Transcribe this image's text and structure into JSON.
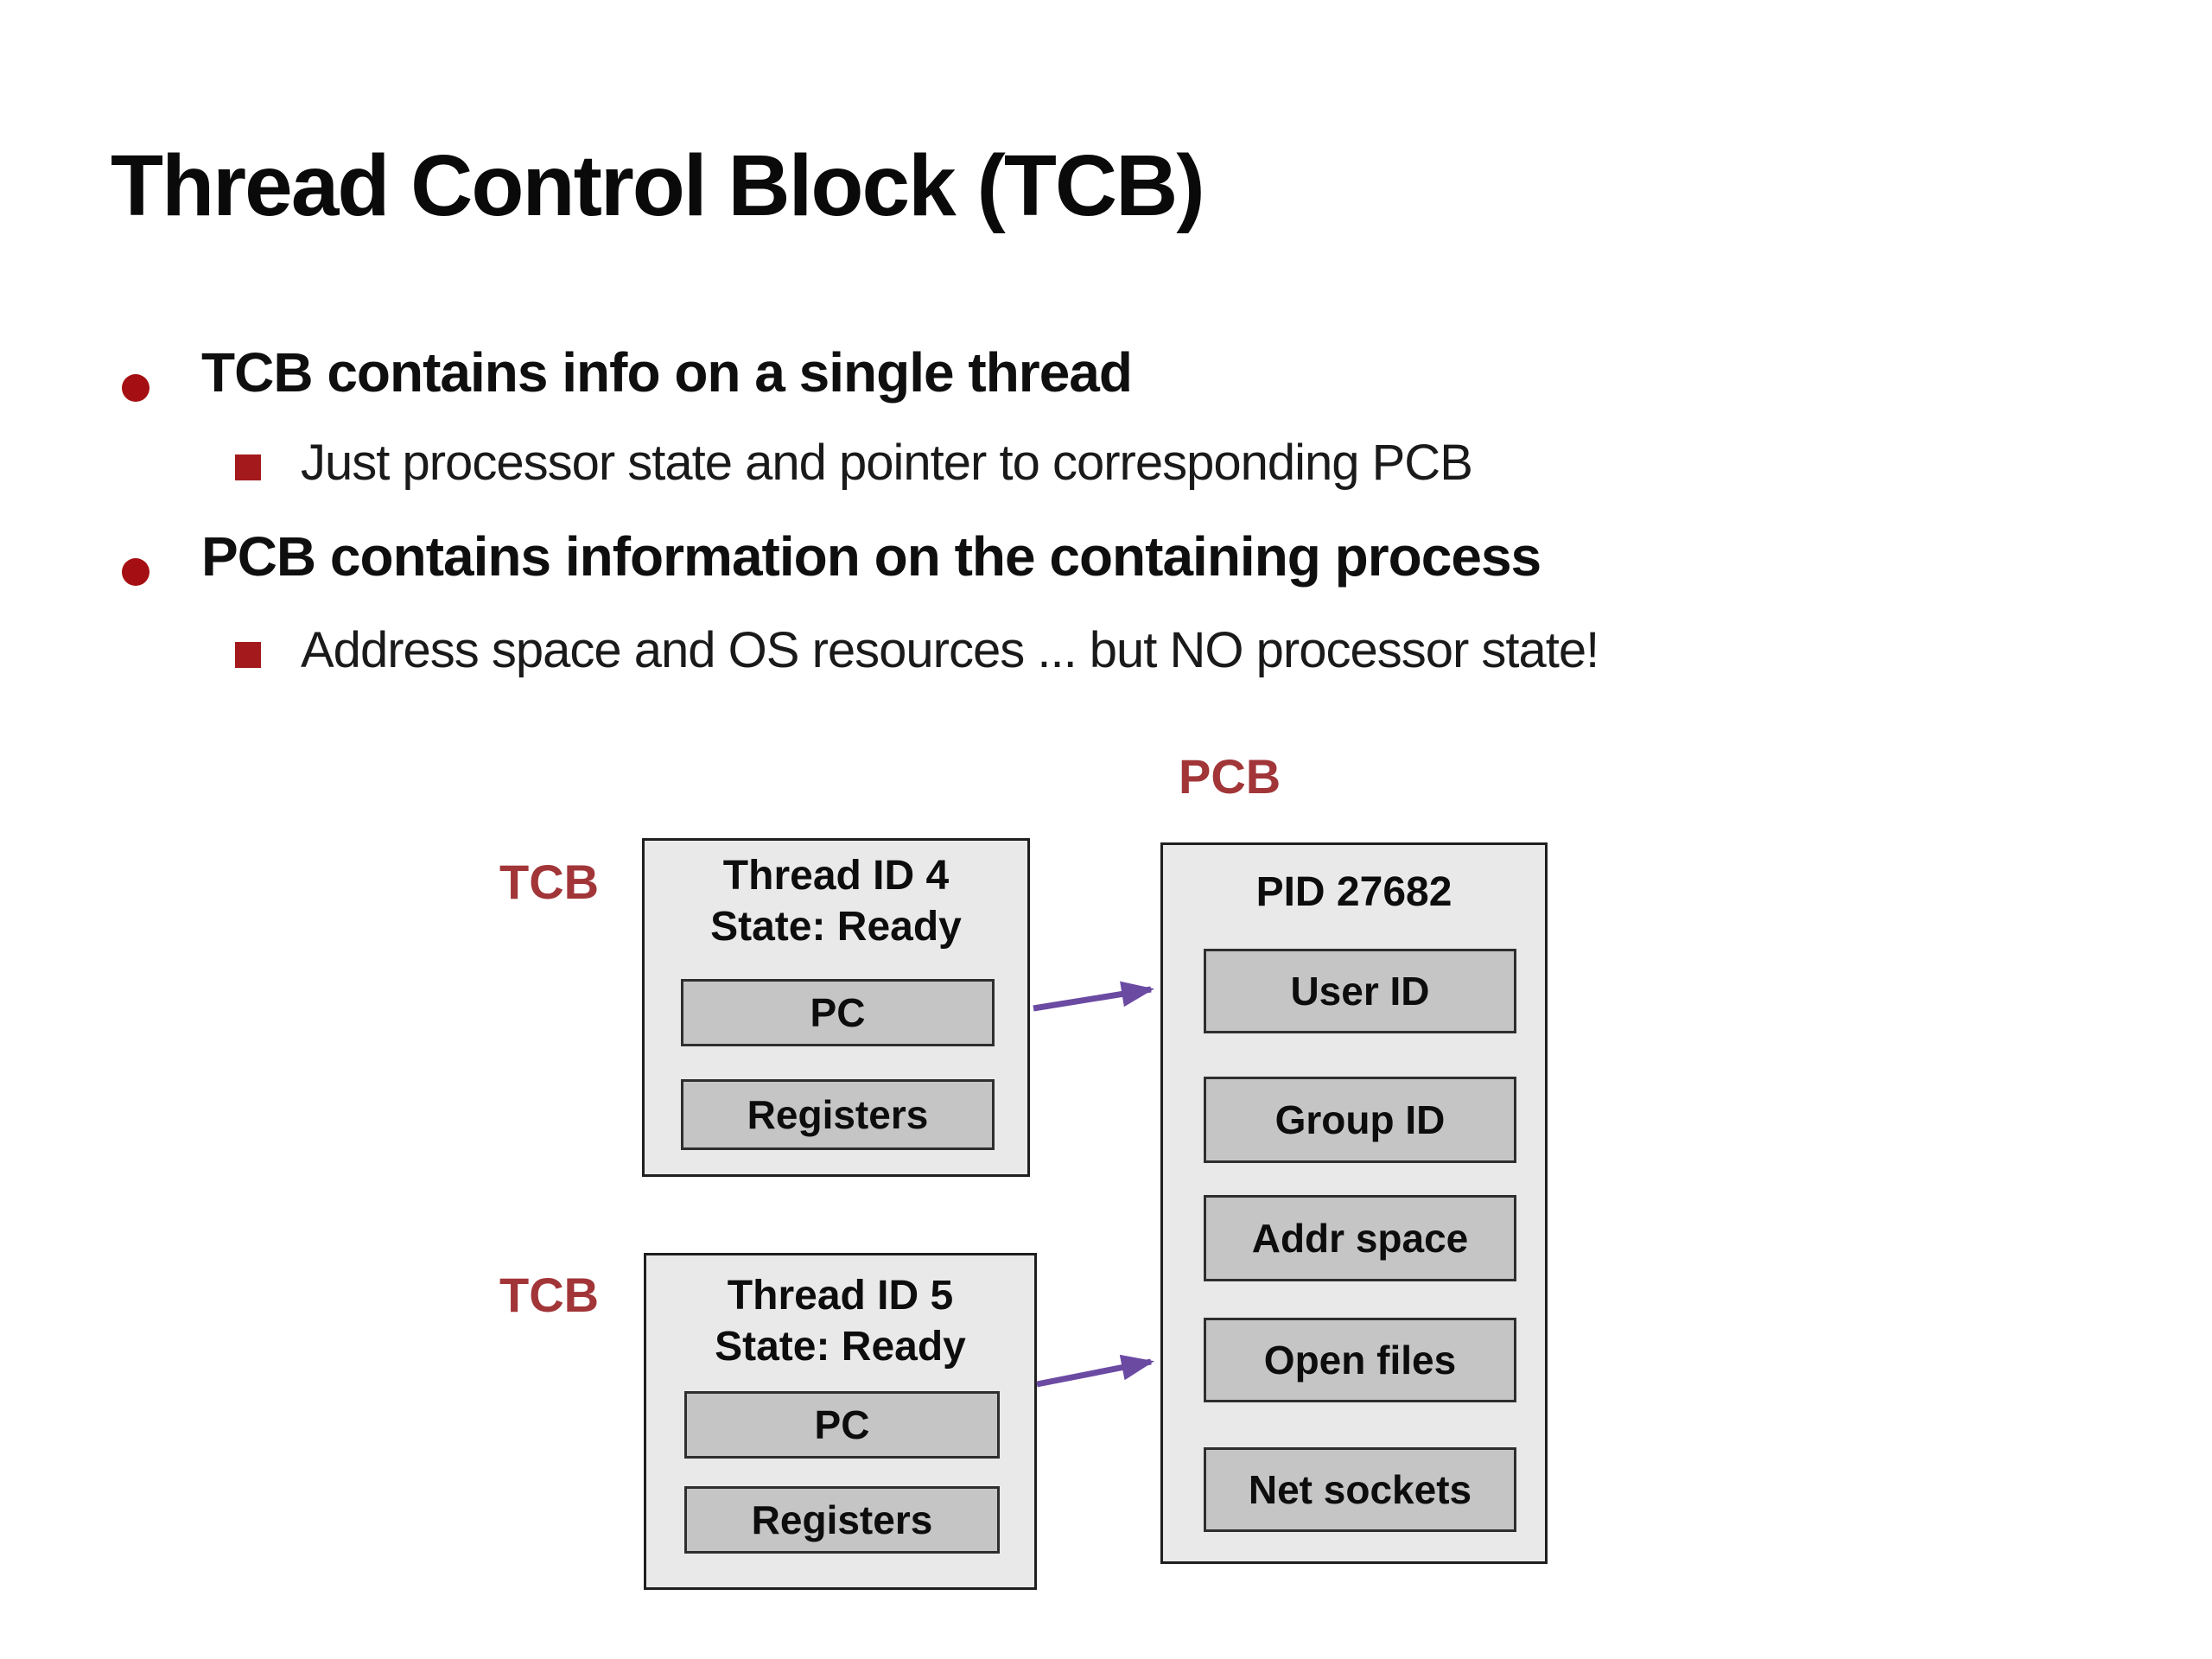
{
  "slide": {
    "title": "Thread Control Block (TCB)",
    "bullet1": {
      "label": "TCB contains info on a single thread",
      "sub": "Just processor state and pointer to corresponding PCB"
    },
    "bullet2": {
      "label": "PCB contains information on the containing process",
      "sub": "Address space and OS resources ... but NO processor state!"
    }
  },
  "diagram": {
    "pcb_label": "PCB",
    "tcb_label_1": "TCB",
    "tcb_label_2": "TCB",
    "tcb1": {
      "line1": "Thread ID 4",
      "line2": "State: Ready",
      "slot_pc": "PC",
      "slot_registers": "Registers"
    },
    "tcb2": {
      "line1": "Thread ID 5",
      "line2": "State: Ready",
      "slot_pc": "PC",
      "slot_registers": "Registers"
    },
    "pcb": {
      "title": "PID 27682",
      "slot_user": "User ID",
      "slot_group": "Group ID",
      "slot_addr": "Addr space",
      "slot_open": "Open files",
      "slot_net": "Net sockets"
    },
    "colors": {
      "bullet_red": "#a50f13",
      "label_red": "#a13538",
      "arrow_purple": "#6b4aa2",
      "box_fill": "#e9e9e9",
      "slot_fill": "#c5c5c5"
    }
  }
}
